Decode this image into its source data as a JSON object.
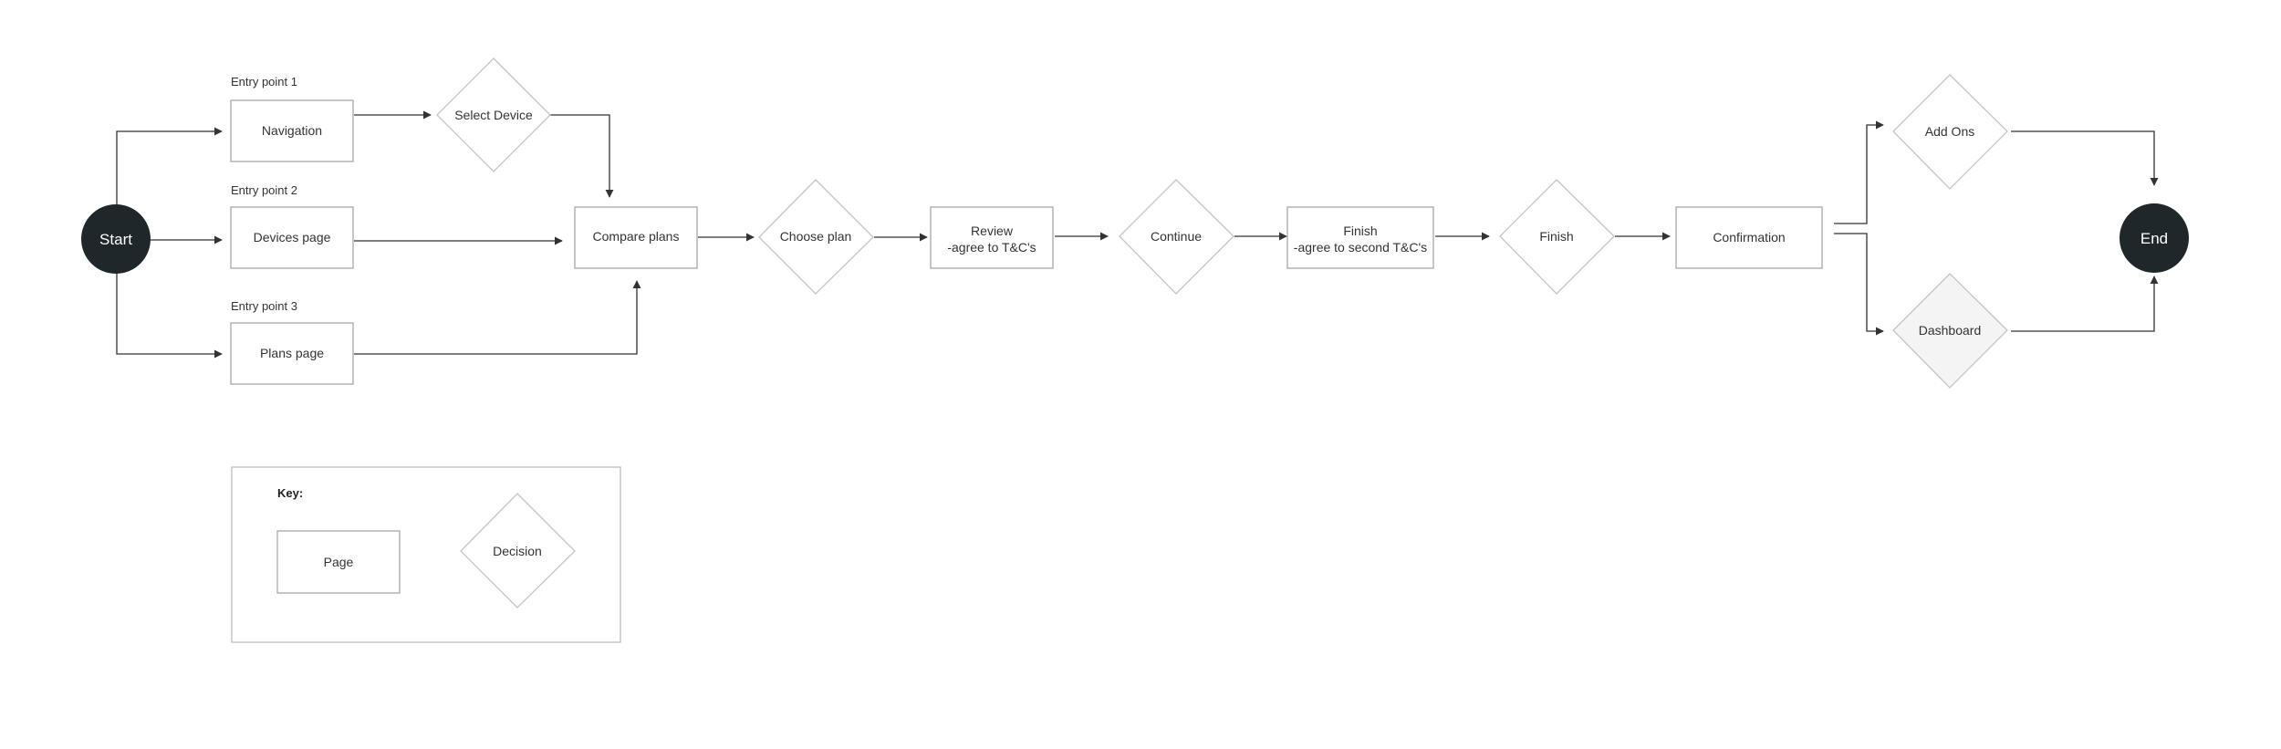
{
  "diagram": {
    "start": "Start",
    "end": "End",
    "entry_points": {
      "ep1": "Entry point 1",
      "ep2": "Entry point 2",
      "ep3": "Entry point 3"
    },
    "nodes": {
      "navigation": "Navigation",
      "select_device": "Select Device",
      "devices_page": "Devices page",
      "plans_page": "Plans page",
      "compare_plans": "Compare plans",
      "choose_plan": "Choose plan",
      "review_line1": "Review",
      "review_line2": "-agree to T&C's",
      "continue": "Continue",
      "finish_page_line1": "Finish",
      "finish_page_line2": "-agree to second T&C's",
      "finish_decision": "Finish",
      "confirmation": "Confirmation",
      "add_ons": "Add Ons",
      "dashboard": "Dashboard"
    },
    "key": {
      "title": "Key:",
      "page": "Page",
      "decision": "Decision"
    }
  }
}
